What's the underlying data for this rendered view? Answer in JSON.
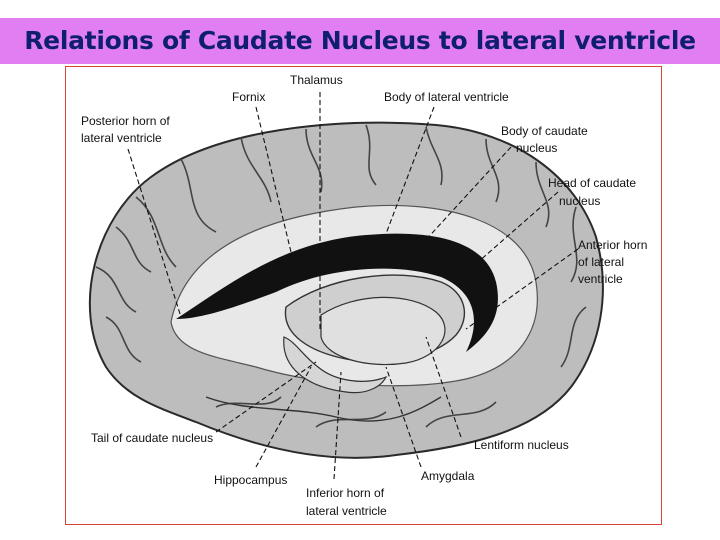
{
  "title": "Relations of Caudate Nucleus to lateral ventricle",
  "labels": {
    "thalamus": "Thalamus",
    "fornix": "Fornix",
    "body_lateral_ventricle": "Body of lateral ventricle",
    "posterior_horn_1": "Posterior horn of",
    "posterior_horn_2": "lateral ventricle",
    "body_caudate_1": "Body of caudate",
    "body_caudate_2": "nucleus",
    "head_caudate_1": "Head of caudate",
    "head_caudate_2": "nucleus",
    "anterior_horn_1": "Anterior horn",
    "anterior_horn_2": "of lateral",
    "anterior_horn_3": "ventricle",
    "tail_caudate": "Tail of caudate nucleus",
    "lentiform": "Lentiform nucleus",
    "amygdala": "Amygdala",
    "hippocampus": "Hippocampus",
    "inferior_horn_1": "Inferior horn of",
    "inferior_horn_2": "lateral ventricle"
  }
}
